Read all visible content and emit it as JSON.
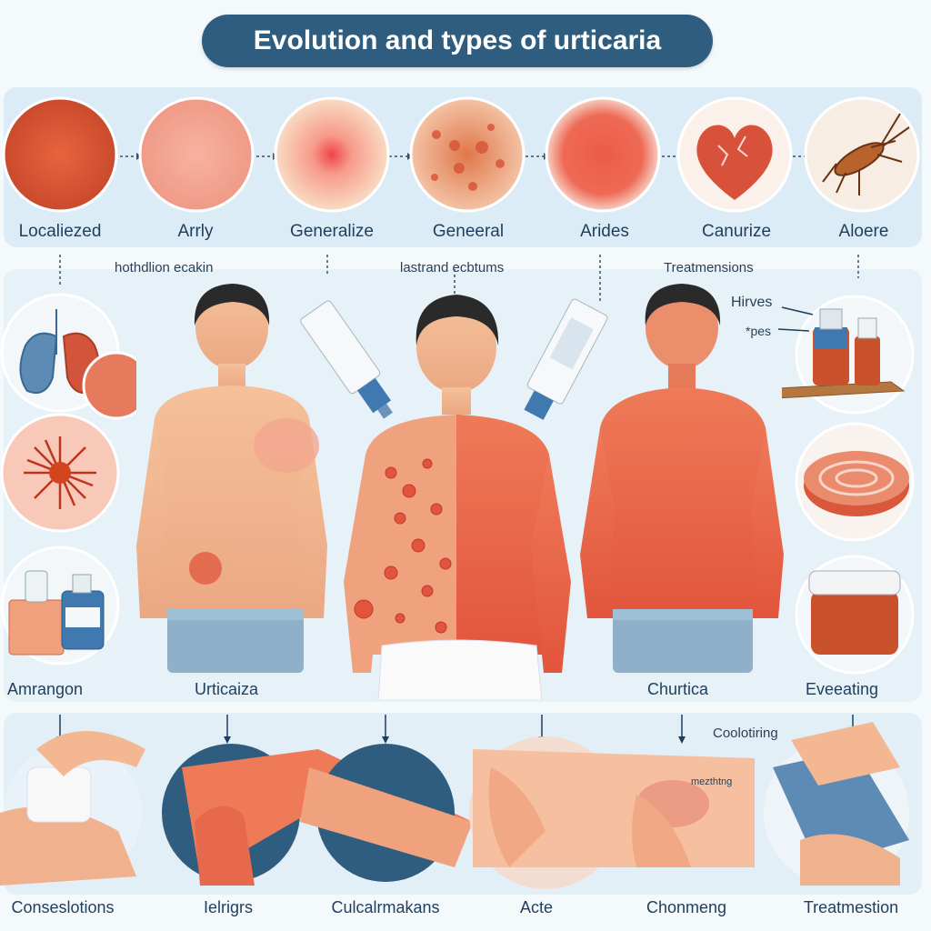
{
  "title": "Evolution and types of urticaria",
  "top_row": [
    {
      "label": "Localiezed"
    },
    {
      "label": "Arrly"
    },
    {
      "label": "Generalize"
    },
    {
      "label": "Geneeral"
    },
    {
      "label": "Arides"
    },
    {
      "label": "Canurize"
    },
    {
      "label": "Aloere"
    }
  ],
  "section_headers": {
    "left": "hothdlion ecakin",
    "center": "lastrand ecbtums",
    "right": "Treatmensions"
  },
  "middle_labels": {
    "left": "Amrangon",
    "center_left": "Urticaiza",
    "center_right": "Churtica",
    "right": "Eveeating"
  },
  "callouts": {
    "hives": "Hirves",
    "types": "*pes"
  },
  "bottom_header": "Coolotiring",
  "bottom_small": "mezthtng",
  "bottom_row": [
    {
      "label": "Conseslotions"
    },
    {
      "label": "Ielrigrs"
    },
    {
      "label": "Culcalrmakans"
    },
    {
      "label": "Acte"
    },
    {
      "label": "Chonmeng"
    },
    {
      "label": "Treatmestion"
    }
  ],
  "colors": {
    "title_bg": "#2f5d7f",
    "band": "#dcecf6",
    "skin": "#f2b48a",
    "rash": "#e2553c",
    "shorts": "#8fb0c8"
  }
}
